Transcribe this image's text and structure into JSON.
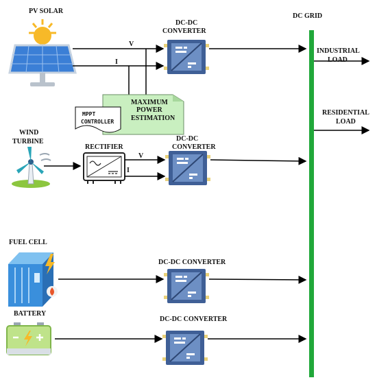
{
  "labels": {
    "pv_solar": "PV SOLAR",
    "dc_grid": "DC GRID",
    "conv1": [
      "DC-DC",
      "CONVERTER"
    ],
    "v1": "V",
    "i1": "I",
    "industrial": [
      "INDUSTRIAL",
      "LOAD"
    ],
    "mpe": [
      "MAXIMUM",
      "POWER",
      "ESTIMATION"
    ],
    "mppt": [
      "MPPT",
      "CONTROLLER"
    ],
    "residential": [
      "RESIDENTIAL",
      "LOAD"
    ],
    "wind": [
      "WIND",
      "TURBINE"
    ],
    "rectifier": "RECTIFIER",
    "conv2": [
      "DC-DC",
      "CONVERTER"
    ],
    "v2": "V",
    "i2": "I",
    "fuel_cell": "FUEL CELL",
    "conv3": "DC-DC CONVERTER",
    "battery": "BATTERY",
    "conv4": "DC-DC CONVERTER"
  },
  "colors": {
    "grid_bus": "#21a83a",
    "converter": "#3f5f96",
    "converter_inner": "#6d8fc4",
    "solar_panel": "#3b7fd6",
    "sun": "#f7b928",
    "fuel_cell": "#3a8fdc",
    "battery": "#bfe38a",
    "mpe_box": "#c9efc0"
  },
  "icons": [
    "sun-solar-panel-icon",
    "wind-turbine-icon",
    "rectifier-icon",
    "fuel-cell-icon",
    "battery-icon",
    "converter-icon"
  ]
}
